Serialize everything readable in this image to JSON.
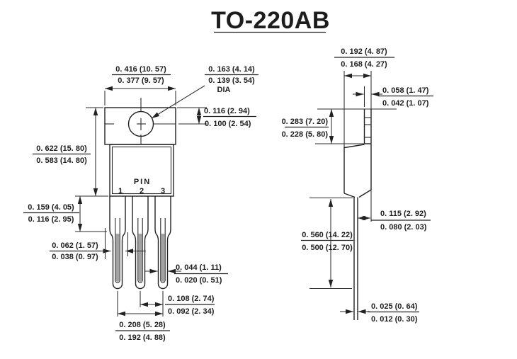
{
  "title": "TO-220AB",
  "front": {
    "width_max": "0. 416 (10. 57)",
    "width_min": "0. 377 (9. 57)",
    "hole_dia_max": "0. 163 (4. 14)",
    "hole_dia_min": "0. 139 (3. 54)",
    "hole_dia_label": "DIA",
    "hole_offset_max": "0. 116 (2. 94)",
    "hole_offset_min": "0. 100 (2. 54)",
    "height_max": "0. 622 (15. 80)",
    "height_min": "0. 583 (14. 80)",
    "shoulder_max": "0. 159 (4. 05)",
    "shoulder_min": "0. 116 (2. 95)",
    "lead_width_max": "0. 062 (1. 57)",
    "lead_width_min": "0. 038 (0. 97)",
    "lead_tip_width_max": "0. 044 (1. 11)",
    "lead_tip_width_min": "0. 020 (0. 51)",
    "lead_pitch_max": "0. 108 (2. 74)",
    "lead_pitch_min": "0. 092 (2. 34)",
    "lead_span_max": "0. 208 (5. 28)",
    "lead_span_min": "0. 192 (4. 88)",
    "pin_label": "PIN",
    "pins": [
      "1",
      "2",
      "3"
    ]
  },
  "side": {
    "depth_max": "0. 192 (4. 87)",
    "depth_min": "0. 168 (4. 27)",
    "tab_thickness_max": "0. 058 (1. 47)",
    "tab_thickness_min": "0. 042 (1. 07)",
    "flange_height_max": "0. 283 (7. 20)",
    "flange_height_min": "0. 228 (5. 80)",
    "standoff_max": "0. 115 (2. 92)",
    "standoff_min": "0. 080 (2. 03)",
    "lead_length_max": "0. 560 (14. 22)",
    "lead_length_min": "0. 500 (12. 70)",
    "lead_thickness_max": "0. 025 (0. 64)",
    "lead_thickness_min": "0. 012 (0. 30)"
  },
  "colors": {
    "line": "#222222",
    "lead_fill": "#a2a2a2",
    "background": "#ffffff"
  }
}
